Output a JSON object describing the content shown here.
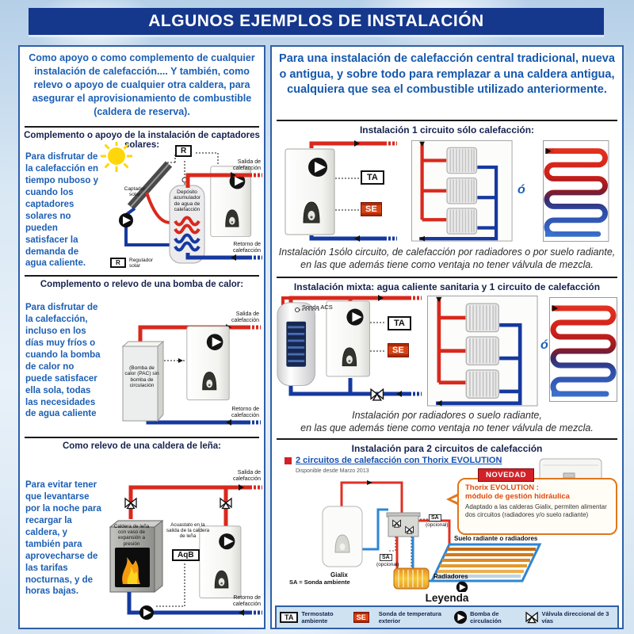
{
  "page": {
    "title": "ALGUNOS EJEMPLOS DE INSTALACIÓN"
  },
  "left": {
    "intro": "Como apoyo o como complemento de cualquier instalación de calefacción....  Y también, como relevo o apoyo de cualquier otra caldera, para asegurar el aprovisionamiento de combustible (caldera de reserva).",
    "solar": {
      "heading": "Complemento o apoyo de la instalación de captadores solares:",
      "body": "Para disfrutar de la calefacción en tiempo nuboso y cuando los captadores solares no pueden satisfacer la demanda de agua caliente.",
      "labels": {
        "captador": "Captador solar",
        "deposito": "Depósito acumulador de agua de calefacción",
        "salida": "Salida de calefacción",
        "retorno": "Retorno de calefacción",
        "r": "R",
        "regulador": "Regulador solar"
      }
    },
    "bomba": {
      "heading": "Complemento o relevo de una bomba de calor:",
      "body": "Para disfrutar de la calefacción, incluso en los días muy fríos o cuando la bomba de calor no puede satisfacer ella sola, todas las necesidades de agua caliente",
      "labels": {
        "pac": "(Bomba de calor (PAC) sin bomba de circulación",
        "salida": "Salida de calefacción",
        "retorno": "Retorno de calefacción"
      }
    },
    "lena": {
      "heading": "Como relevo de una caldera de leña:",
      "body": "Para evitar tener que levantarse por la noche para recargar la caldera, y también para aprovecharse de las tarifas nocturnas, y de horas bajas.",
      "labels": {
        "caldera": "Caldera de leña con vaso de expansión a presión",
        "acuastato": "Acuastato en la salida de la caldera de leña",
        "aqb": "AqB",
        "salida": "Salida de calefacción",
        "retorno": "Retorno de calefacción"
      }
    }
  },
  "right": {
    "intro": "Para una instalación de calefacción central tradicional, nueva o antigua, y sobre todo para remplazar a una caldera antigua, cualquiera que sea el combustible utilizado anteriormente.",
    "circuito1": {
      "heading": "Instalación 1 circuito sólo calefacción:",
      "ta": "TA",
      "se": "SE",
      "o": "ó",
      "caption1": "Instalación 1sólo circuito, de calefacción por radiadores o por suelo radiante,",
      "caption2": "en las que además tiene como ventaja no tener válvula de mezcla."
    },
    "mixta": {
      "heading": "Instalación mixta: agua caliente sanitaria y 1 circuito de calefacción",
      "sonda": "Sonda ACS",
      "ta": "TA",
      "se": "SE",
      "o": "ó",
      "caption1": "Instalación por radiadores o suelo radiante,",
      "caption2": "en las que además tiene como ventaja no tener válvula de mezcla."
    },
    "dos": {
      "heading": "Instalación para 2 circuitos de calefacción",
      "subtitle": "2 circuitos de calefacción con Thorix EVOLUTION",
      "disponible": "Disponible desde Marzo 2013",
      "novedad": "NOVEDAD",
      "bubble_title1": "Thorix EVOLUTION :",
      "bubble_title2": "módulo de gestión hidráulica",
      "bubble_body": "Adaptado a las calderas Gialix, permiten alimentar dos circuitos (radiadores y/o suelo radiante)",
      "gialix": "Gialix",
      "sa": "SA",
      "opcional": "(opcional)",
      "suelo": "Suelo radiante o radiadores",
      "radiadores": "Radiadores",
      "sa_note": "SA = Sonda ambiente",
      "leyenda": "Leyenda"
    }
  },
  "legend": {
    "ta": "TA",
    "se": "SE",
    "items": [
      {
        "icon": "ta-icon",
        "label": "Termostato ambiente"
      },
      {
        "icon": "se-icon",
        "label": "Sonda de temperatura exterior"
      },
      {
        "icon": "pump-icon",
        "label": "Bomba de circulación"
      },
      {
        "icon": "valve-icon",
        "label": "Válvula direccional de 3 vías"
      }
    ]
  },
  "colors": {
    "header_navy": "#15378c",
    "panel_border": "#2e5fa8",
    "text_blue": "#1c5fb4",
    "pipe_red": "#d8291d",
    "pipe_blue": "#16399f",
    "se_orange": "#d84314",
    "novedad_red": "#d42027",
    "bubble_orange": "#e0761c"
  }
}
